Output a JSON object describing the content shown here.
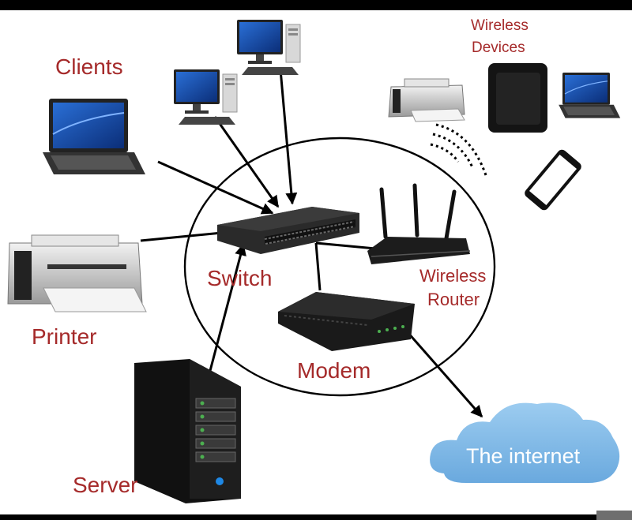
{
  "colors": {
    "label": "#a52a2a",
    "background": "#ffffff",
    "frame": "#000000",
    "cloud": "#7fb8e6",
    "cloud_text": "#ffffff"
  },
  "labels": {
    "clients": "Clients",
    "printer": "Printer",
    "server": "Server",
    "switch": "Switch",
    "modem": "Modem",
    "wireless_router_line1": "Wireless",
    "wireless_router_line2": "Router",
    "wireless_devices_line1": "Wireless",
    "wireless_devices_line2": "Devices",
    "internet": "The internet"
  },
  "icons": [
    "laptop-icon",
    "desktop-computer-icon",
    "printer-icon",
    "server-tower-icon",
    "network-switch-icon",
    "wireless-router-icon",
    "modem-icon",
    "wireless-speaker-icon",
    "smartphone-icon",
    "cloud-icon",
    "wifi-signal-icon"
  ]
}
